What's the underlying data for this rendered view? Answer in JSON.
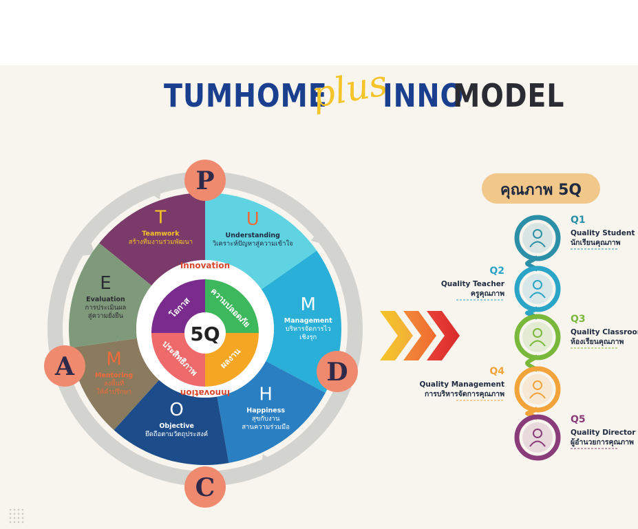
{
  "title": {
    "part1": "TUMHOME",
    "part2": "plus",
    "part3": "INNO",
    "part4": "MODEL"
  },
  "colors": {
    "title_blue": "#1a3f8f",
    "title_dark": "#2b2b33",
    "plus_yellow": "#f4c428",
    "letter_badge": "#ef8a6f",
    "segment_T": "#7a3a6a",
    "segment_U": "#5fd3e2",
    "segment_M1": "#2ab0d8",
    "segment_H": "#2a7ec2",
    "segment_O": "#1c4d8a",
    "segment_M2": "#8a7a5e",
    "segment_E": "#7f9a7a"
  },
  "wheel": {
    "corners": [
      "P",
      "A",
      "D",
      "C"
    ],
    "segments": [
      {
        "letter": "T",
        "en": "Teamwork",
        "th": [
          "สร้างทีมงานร่วมพัฒนา"
        ]
      },
      {
        "letter": "U",
        "en": "Understanding",
        "th": [
          "วิเคราะห์ปัญหาสู่ความเข้าใจ"
        ]
      },
      {
        "letter": "M",
        "en": "Management",
        "th": [
          "บริหารจัดการไว",
          "เชิงรุก"
        ]
      },
      {
        "letter": "H",
        "en": "Happiness",
        "th": [
          "สุขกับงาน",
          "สานความร่วมมือ"
        ]
      },
      {
        "letter": "O",
        "en": "Objective",
        "th": [
          "ยึดถือตามวัตถุประสงค์"
        ]
      },
      {
        "letter": "M",
        "en": "Mentoring",
        "th": [
          "ลงพื้นที่",
          "ให้คำปรึกษา"
        ]
      },
      {
        "letter": "E",
        "en": "Evaluation",
        "th": [
          "การประเมินผล",
          "สู่ความยั่งยืน"
        ]
      }
    ],
    "ring_label_top": "Innovation",
    "ring_label_bottom": "Innovation",
    "center": "5Q",
    "inner": [
      "โอกาส",
      "ความปลอดภัย",
      "ผลงาน",
      "ประสิทธิภาพ"
    ]
  },
  "quality": {
    "header": "คุณภาพ 5Q",
    "items": [
      {
        "code": "Q1",
        "en": "Quality Student",
        "th": "นักเรียนคุณภาพ",
        "icon": "student-icon",
        "color": "#2c8fa8"
      },
      {
        "code": "Q2",
        "en": "Quality  Teacher",
        "th": "ครูคุณภาพ",
        "icon": "teachers-group-icon",
        "color": "#2aa4c7"
      },
      {
        "code": "Q3",
        "en": "Quality Classroom",
        "th": "ห้องเรียนคุณภาพ",
        "icon": "classroom-icon",
        "color": "#7ab83c"
      },
      {
        "code": "Q4",
        "en": "Quality Management",
        "th": "การบริหารจัดการคุณภาพ",
        "icon": "lightbulb-icon",
        "color": "#f2a33a"
      },
      {
        "code": "Q5",
        "en": "Quality Director",
        "th": "ผู้อำนวยการคุณภาพ",
        "icon": "director-icon",
        "color": "#8a3b79"
      }
    ]
  }
}
